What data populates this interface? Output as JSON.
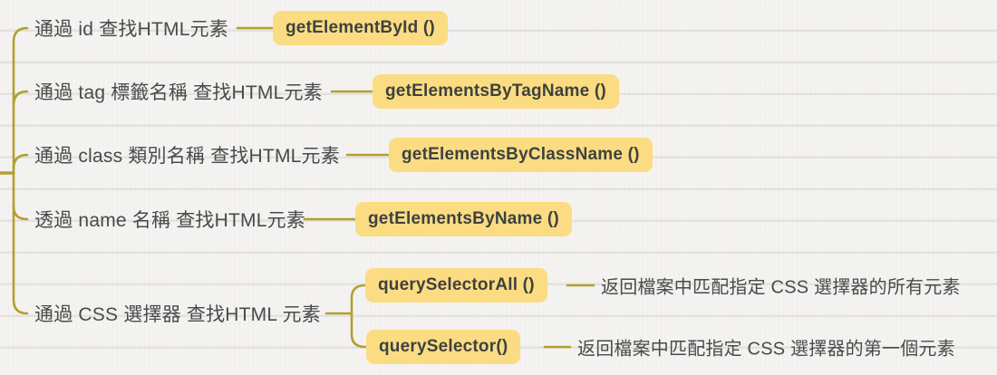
{
  "colors": {
    "background": "#f4f3f1",
    "line": "#b2a02f",
    "node_fill": "#fbdc82",
    "node_text": "#3d423f",
    "label_text": "#4a4a4a"
  },
  "mindmap": {
    "branches": [
      {
        "label": "通過 id 查找HTML元素",
        "method": "getElementById ()"
      },
      {
        "label": "通過 tag 標籤名稱 查找HTML元素",
        "method": "getElementsByTagName ()"
      },
      {
        "label": "通過 class 類別名稱 查找HTML元素",
        "method": "getElementsByClassName ()"
      },
      {
        "label": "透過 name 名稱 查找HTML元素",
        "method": "getElementsByName ()"
      },
      {
        "label": "通過 CSS 選擇器 查找HTML 元素",
        "children": [
          {
            "method": "querySelectorAll ()",
            "description": "返回檔案中匹配指定 CSS 選擇器的所有元素"
          },
          {
            "method": "querySelector()",
            "description": "返回檔案中匹配指定 CSS 選擇器的第一個元素"
          }
        ]
      }
    ]
  }
}
